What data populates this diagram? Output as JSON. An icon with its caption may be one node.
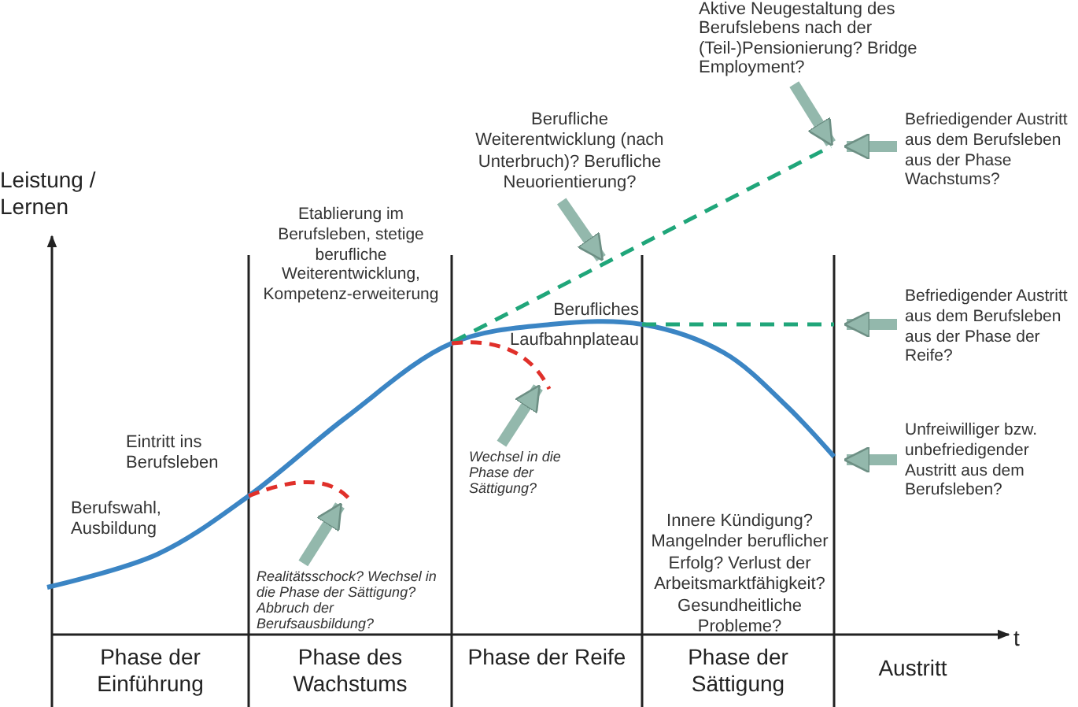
{
  "diagram": {
    "nodes": [
      {
        "text": [
          "Realitätsschock? Wechsel in die Phase der Sättigung? Abbruch der Berufsausbildung?"
        ]
      },
      {
        "text": [
          "Wechsel in die Phase der Sättigung?"
        ]
      },
      {
        "text": [
          "Berufliche Weiterentwicklung (nach Unterbruch)? Berufliche Neuorientierung?"
        ]
      },
      {
        "text": [
          "Aktive Neugestaltung des Berufslebens nach der (Teil-)Pensionierung? Bridge Employment?"
        ]
      },
      {
        "text": [
          "Befriedigender Austritt aus dem Berufsleben aus der Phase Wachstums?"
        ]
      },
      {
        "text": [
          "Befriedigender Austritt aus dem Berufsleben aus der Phase der Reife?"
        ]
      },
      {
        "text": [
          "Unfreiwilliger bzw. unbefriedigender Austritt aus dem Berufsleben?"
        ]
      }
    ],
    "edges": [
      {
        "from": 0,
        "to": null,
        "arrow": "to"
      },
      {
        "from": 1,
        "to": null,
        "arrow": "to"
      },
      {
        "from": 2,
        "to": null,
        "arrow": "to"
      },
      {
        "from": 3,
        "to": null,
        "arrow": "to"
      },
      {
        "from": 4,
        "to": null,
        "arrow": "to"
      },
      {
        "from": 5,
        "to": null,
        "arrow": "to"
      },
      {
        "from": 6,
        "to": null,
        "arrow": "to"
      }
    ],
    "labels": [
      "Leistung / Lernen",
      "Etablierung im Berufsleben, stetige berufliche Weiterentwicklung, Kompetenz-erweiterung",
      "Berufliches Laufbahnplateau",
      "Eintritt ins Berufsleben",
      "Berufswahl, Ausbildung",
      "Innere Kündigung? Mangelnder beruflicher Erfolg? Verlust der Arbeitsmarktfähigkeit? Gesundheitliche Probleme?",
      "t",
      "Phase der Einführung",
      "Phase des Wachstums",
      "Phase der Reife",
      "Phase der Sättigung",
      "Austritt"
    ]
  }
}
